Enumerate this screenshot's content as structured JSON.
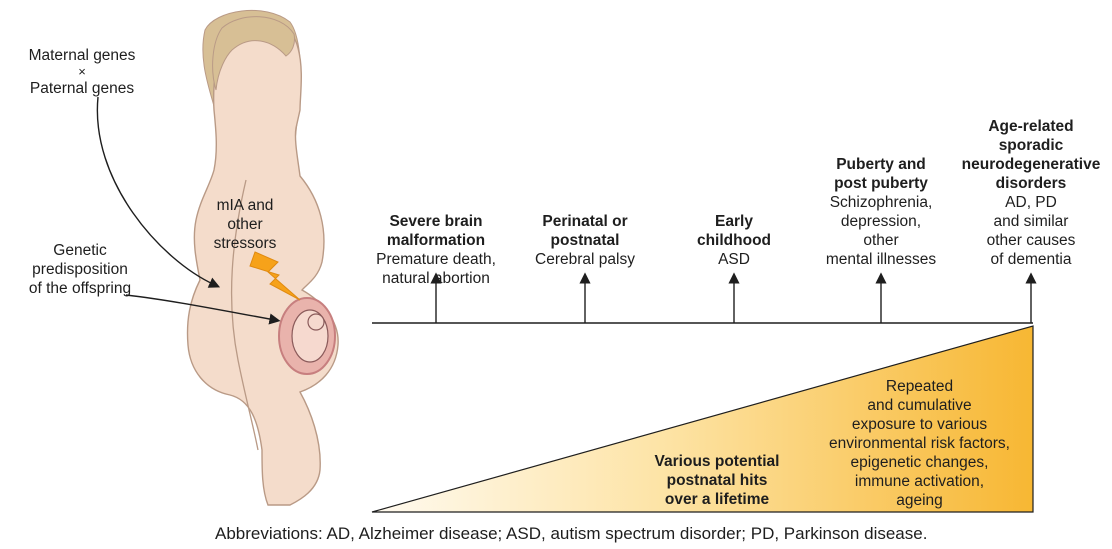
{
  "left_labels": {
    "maternal_genes": "Maternal genes",
    "cross": "×",
    "paternal_genes": "Paternal genes",
    "genetic_predisposition": [
      "Genetic",
      "predisposition",
      "of the offspring"
    ]
  },
  "mia_label": [
    "mIA and",
    "other",
    "stressors"
  ],
  "stages": [
    {
      "bold": [
        "Severe brain",
        "malformation"
      ],
      "normal": [
        "Premature death,",
        "natural abortion"
      ]
    },
    {
      "bold": [
        "Perinatal or",
        "postnatal"
      ],
      "normal": [
        "Cerebral palsy"
      ]
    },
    {
      "bold": [
        "Early",
        "childhood"
      ],
      "normal": [
        "ASD"
      ]
    },
    {
      "bold": [
        "Puberty and",
        "post puberty"
      ],
      "normal": [
        "Schizophrenia,",
        "depression,",
        "other",
        "mental illnesses"
      ]
    },
    {
      "bold": [
        "Age-related",
        "sporadic",
        "neurodegenerative",
        "disorders"
      ],
      "normal": [
        "AD, PD",
        "and similar",
        "other causes",
        "of dementia"
      ]
    }
  ],
  "triangle": {
    "left_text": [
      "Various potential",
      "postnatal hits",
      "over a lifetime"
    ],
    "right_text": [
      "Repeated",
      "and cumulative",
      "exposure to various",
      "environmental risk factors,",
      "epigenetic changes,",
      "immune activation,",
      "ageing"
    ]
  },
  "footer": "Abbreviations: AD, Alzheimer disease; ASD,  autism spectrum disorder; PD, Parkinson disease.",
  "colors": {
    "skin": "#f4dccb",
    "skin_outline": "#b99a86",
    "hair": "#d7bf95",
    "triangle_light": "#fff8e6",
    "triangle_dark": "#f7b733",
    "lightning": "#f6a21a",
    "womb": "#d98c8c"
  }
}
